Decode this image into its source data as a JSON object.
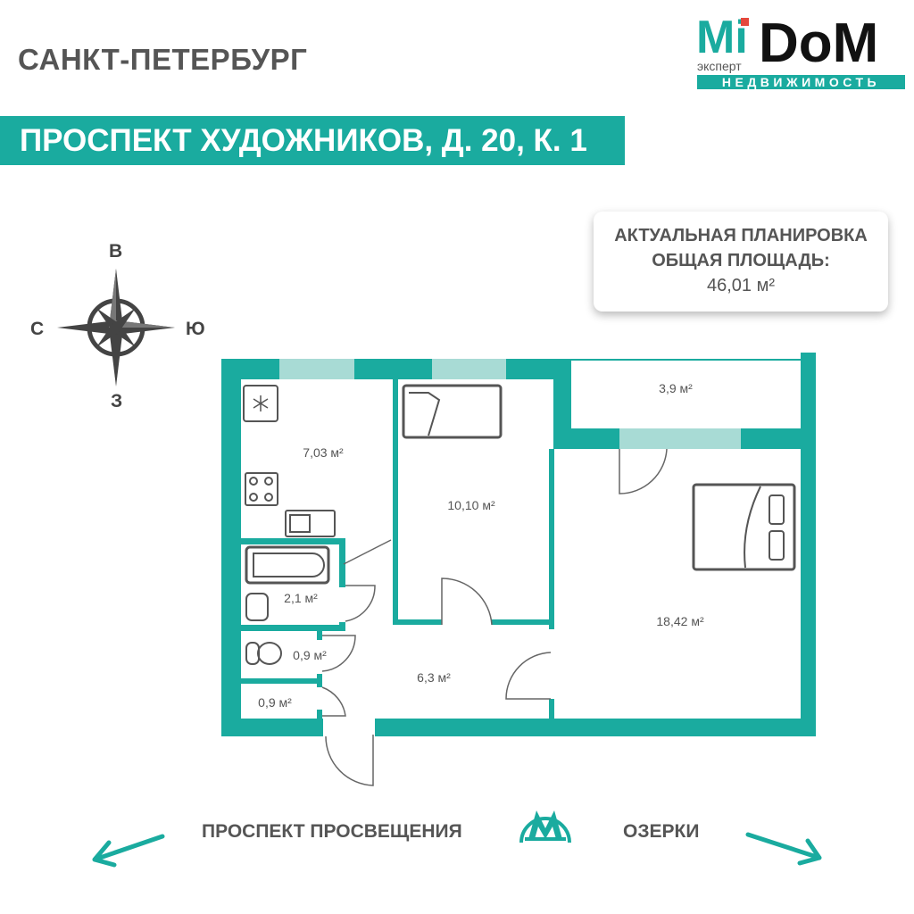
{
  "header": {
    "city": "САНКТ-ПЕТЕРБУРГ",
    "address": "ПРОСПЕКТ ХУДОЖНИКОВ, Д. 20, К. 1"
  },
  "logo": {
    "mi": "Mi",
    "dom": "DoM",
    "expert": "эксперт",
    "realty": "НЕДВИЖИМОСТЬ",
    "brand_color": "#1aab9f",
    "accent_color": "#e5483c"
  },
  "info": {
    "line1": "АКТУАЛЬНАЯ ПЛАНИРОВКА",
    "line2": "ОБЩАЯ ПЛОЩАДЬ:",
    "total_area": "46,01 м²"
  },
  "compass": {
    "north": "В",
    "west": "С",
    "east": "Ю",
    "south": "З"
  },
  "rooms": {
    "kitchen": "7,03 м²",
    "bedroom_small": "10,10 м²",
    "balcony": "3,9 м²",
    "bedroom_large": "18,42 м²",
    "bathroom": "2,1 м²",
    "toilet": "0,9 м²",
    "closet": "0,9 м²",
    "hallway": "6,3 м²"
  },
  "metro": {
    "left_station": "ПРОСПЕКТ ПРОСВЕЩЕНИЯ",
    "right_station": "ОЗЕРКИ",
    "logo_letter": "М"
  }
}
